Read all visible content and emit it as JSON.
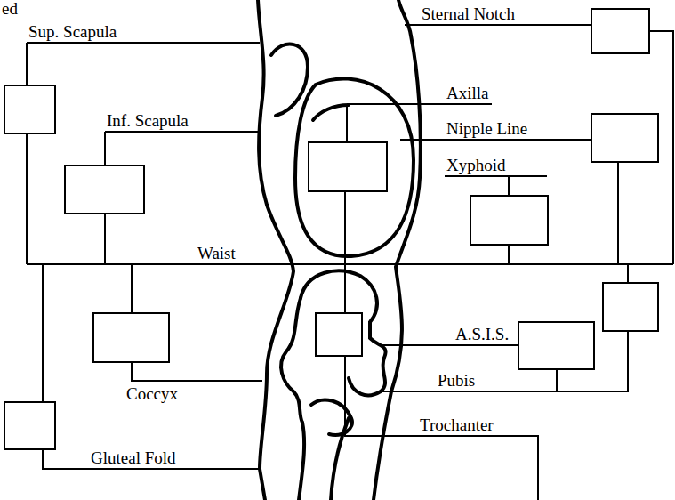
{
  "diagram": {
    "labels": [
      "ed",
      "Sup. Scapula",
      "Sternal Notch",
      "Axilla",
      "Inf. Scapula",
      "Nipple Line",
      "Xyphoid",
      "Waist",
      "A.S.I.S.",
      "Coccyx",
      "Pubis",
      "Trochanter",
      "Gluteal Fold"
    ]
  }
}
